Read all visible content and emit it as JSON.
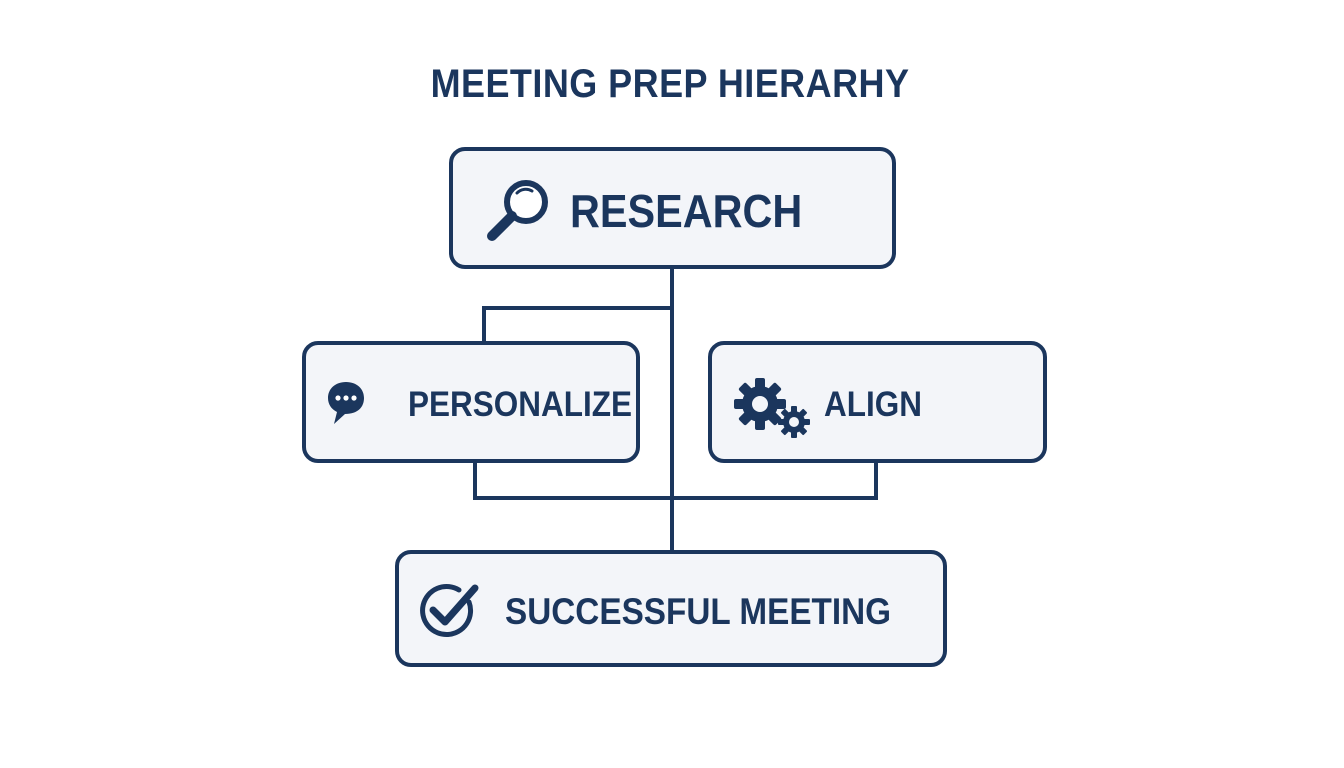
{
  "title": "MEETING PREP HIERARHY",
  "colors": {
    "ink": "#1b365d",
    "box_fill": "#f3f5f9",
    "background": "#ffffff"
  },
  "nodes": {
    "research": {
      "label": "RESEARCH",
      "icon": "magnifier-icon"
    },
    "personalize": {
      "label": "PERSONALIZE",
      "icon": "chat-bubble-icon"
    },
    "align": {
      "label": "ALIGN",
      "icon": "gears-icon"
    },
    "success": {
      "label": "SUCCESSFUL MEETING",
      "icon": "check-circle-icon"
    }
  },
  "edges": [
    {
      "from": "research",
      "to": "personalize"
    },
    {
      "from": "research",
      "to": "success"
    },
    {
      "from": "personalize",
      "to": "success"
    },
    {
      "from": "align",
      "to": "success"
    }
  ]
}
